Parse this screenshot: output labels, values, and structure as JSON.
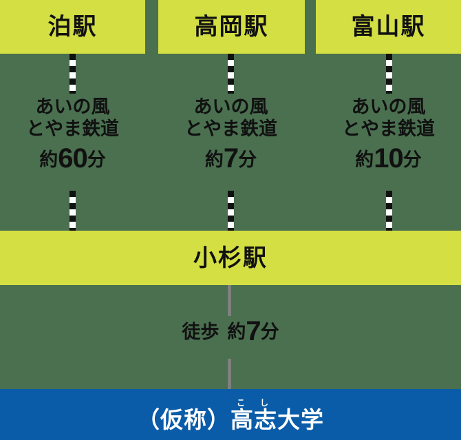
{
  "colors": {
    "background_green": "#4a7050",
    "station_yellow": "#d4df43",
    "destination_blue": "#0a5ca8",
    "text_dark": "#111111",
    "text_light": "#ffffff",
    "walk_line_gray": "#7f8080"
  },
  "origin_stations": [
    {
      "name": "泊駅"
    },
    {
      "name": "高岡駅"
    },
    {
      "name": "富山駅"
    }
  ],
  "routes": [
    {
      "operator_line1": "あいの風",
      "operator_line2": "とやま鉄道",
      "duration_prefix": "約",
      "duration_number": "60",
      "duration_suffix": "分"
    },
    {
      "operator_line1": "あいの風",
      "operator_line2": "とやま鉄道",
      "duration_prefix": "約",
      "duration_number": "7",
      "duration_suffix": "分"
    },
    {
      "operator_line1": "あいの風",
      "operator_line2": "とやま鉄道",
      "duration_prefix": "約",
      "duration_number": "10",
      "duration_suffix": "分"
    }
  ],
  "hub_station": {
    "name": "小杉駅"
  },
  "walk_segment": {
    "mode": "徒歩",
    "duration_prefix": "約",
    "duration_number": "7",
    "duration_suffix": "分"
  },
  "destination": {
    "prefix": "（仮称）",
    "kanji_1": "高",
    "ruby_1": "こ",
    "kanji_2": "志",
    "ruby_2": "し",
    "suffix": "大学",
    "full_text": "（仮称）高志大学"
  }
}
